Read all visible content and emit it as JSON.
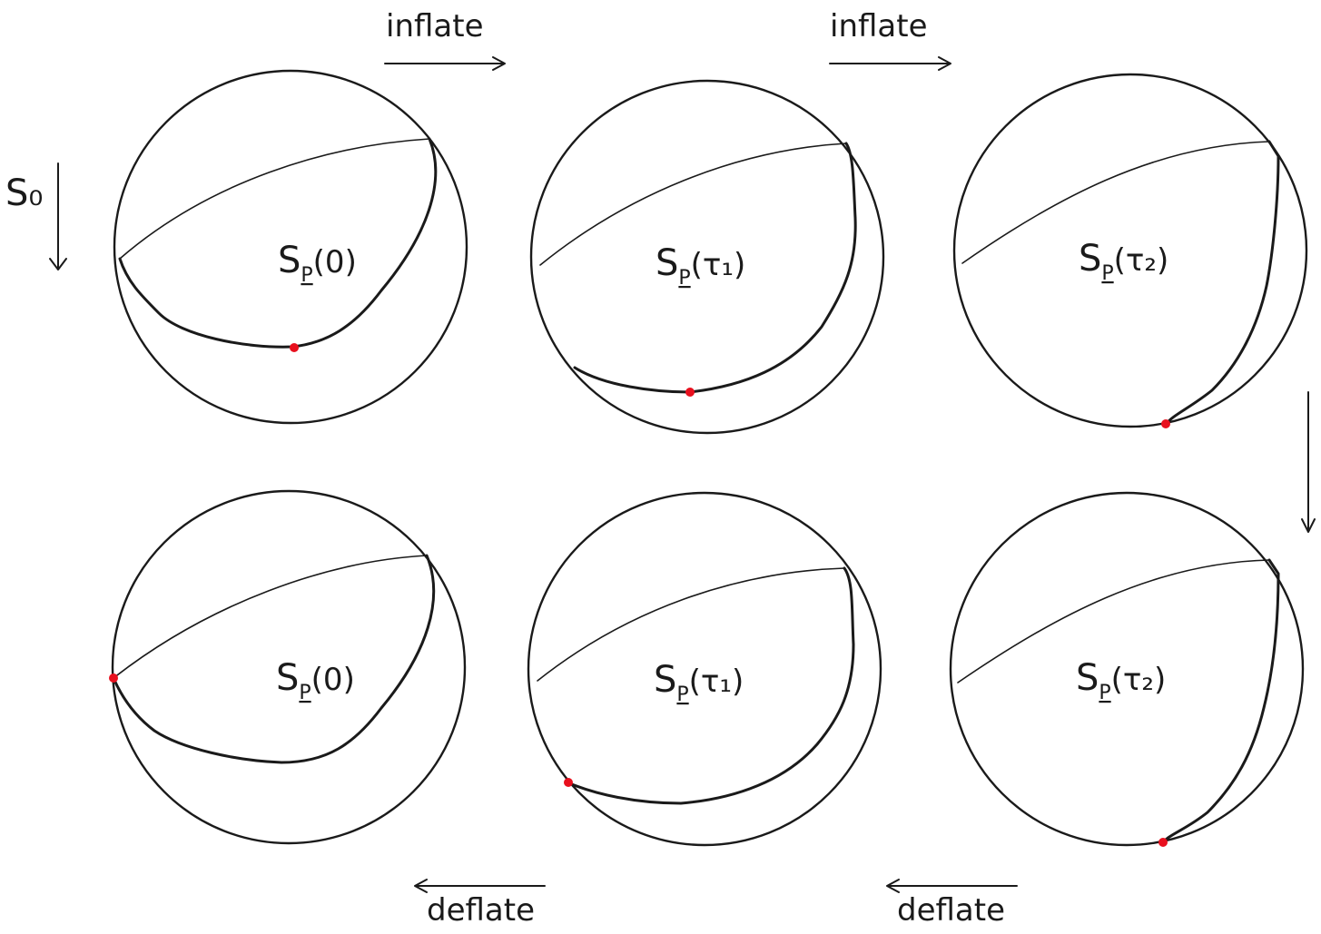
{
  "top_row": {
    "arrow_1_label": "inflate",
    "arrow_2_label": "inflate",
    "panels": [
      {
        "label_main": "S",
        "label_sub": "P",
        "label_arg": "(0)"
      },
      {
        "label_main": "S",
        "label_sub": "P",
        "label_arg": "(τ₁)"
      },
      {
        "label_main": "S",
        "label_sub": "P",
        "label_arg": "(τ₂)"
      }
    ]
  },
  "bottom_row": {
    "arrow_1_label": "deflate",
    "arrow_2_label": "deflate",
    "panels": [
      {
        "label_main": "S",
        "label_sub": "P",
        "label_arg": "(0)"
      },
      {
        "label_main": "S",
        "label_sub": "P",
        "label_arg": "(τ₁)"
      },
      {
        "label_main": "S",
        "label_sub": "P",
        "label_arg": "(τ₂)"
      }
    ]
  },
  "left_arrow_label": "S₀",
  "colors": {
    "ink": "#1a1a1a",
    "marker": "#e8101e"
  }
}
